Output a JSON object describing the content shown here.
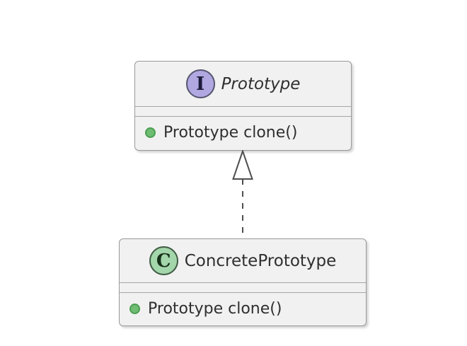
{
  "interface_box": {
    "spot_letter": "I",
    "stereotype": "interface",
    "name": "Prototype",
    "fields": [],
    "methods": [
      {
        "visibility": "public",
        "label": "Prototype clone()"
      }
    ]
  },
  "class_box": {
    "spot_letter": "C",
    "stereotype": "class",
    "name": "ConcretePrototype",
    "fields": [],
    "methods": [
      {
        "visibility": "public",
        "label": "Prototype clone()"
      }
    ]
  },
  "relationship": {
    "type": "realization",
    "from": "ConcretePrototype",
    "to": "Prototype",
    "line_style": "dashed",
    "arrow_head": "hollow-triangle-up"
  },
  "colors": {
    "canvas_bg": "#ffffff",
    "box_fill": "#f1f1f1",
    "box_border": "#9a9a9a",
    "divider": "#a6a6a6",
    "interface_spot_fill": "#b1a8e2",
    "interface_spot_border": "#55556e",
    "class_spot_fill": "#a3d6aa",
    "class_spot_border": "#3f5a42",
    "method_dot_fill": "#6fbc73",
    "method_dot_border": "#4a9e50",
    "text": "#2f2f2f",
    "connector": "#4e4e4e"
  }
}
